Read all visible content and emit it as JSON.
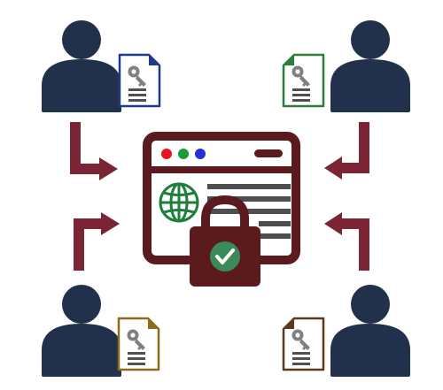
{
  "colors": {
    "person": "#22314b",
    "arrow": "#7b2434",
    "browser_frame": "#5b1a1d",
    "browser_bg": "#ffffff",
    "dot_red": "#e3181d",
    "dot_green": "#1c9a34",
    "dot_blue": "#2b2fd3",
    "globe": "#1e7f3a",
    "text_lines": "#4e4e4e",
    "lock_check_bg": "#3b8a5b",
    "key_icon": "#808080",
    "doc_text": "#505050",
    "doc_top_left": "#1f3a8a",
    "doc_top_right": "#2a7d3a",
    "doc_bottom_left": "#8a6d1c",
    "doc_bottom_right": "#5a3a1c"
  },
  "icons": {
    "center": "secure-browser-window-icon",
    "globe": "globe-icon",
    "lock": "padlock-icon",
    "check": "checkmark-icon",
    "person": "user-icon",
    "document": "key-document-icon",
    "arrow": "elbow-arrow-icon"
  },
  "users": [
    {
      "id": "top-left",
      "doc_color_key": "doc_top_left"
    },
    {
      "id": "top-right",
      "doc_color_key": "doc_top_right"
    },
    {
      "id": "bottom-left",
      "doc_color_key": "doc_bottom_left"
    },
    {
      "id": "bottom-right",
      "doc_color_key": "doc_bottom_right"
    }
  ]
}
